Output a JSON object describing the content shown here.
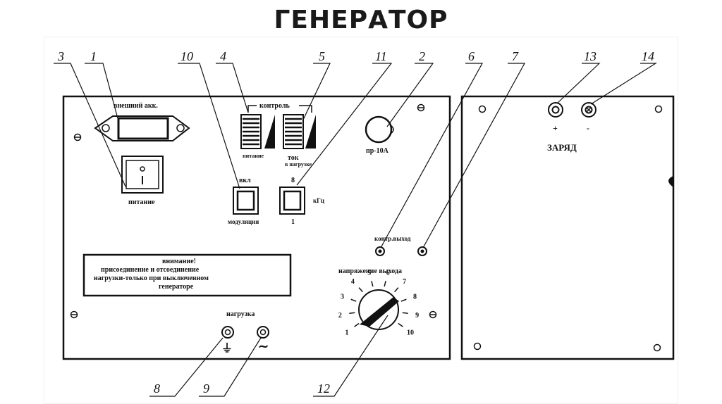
{
  "title": "ГЕНЕРАТОР",
  "front_panel": {
    "ext_battery_label": "внешний акк.",
    "power_switch_label": "питание",
    "control_label": "контроль",
    "meter_power_label": "питание",
    "meter_current_label": "ток",
    "meter_current_sub": "в нагрузке",
    "on_label": "вкл",
    "modulation_label": "модуляция",
    "freq_top": "8",
    "freq_unit": "кГц",
    "freq_bottom": "1",
    "fuse_label": "пр-10А",
    "ctrl_output_label": "контр.выход",
    "warning": {
      "line1": "внимание!",
      "line2": "присоединение и отсоединение",
      "line3": "нагрузки-только при выключенном",
      "line4": "генераторе"
    },
    "voltage_label": "напряжение выхода",
    "dial_scale": [
      "1",
      "2",
      "3",
      "4",
      "5",
      "6",
      "7",
      "8",
      "9",
      "10"
    ],
    "load_label": "нагрузка",
    "ground_symbol": "⏚",
    "ac_symbol": "∼"
  },
  "side_panel": {
    "charge_label": "ЗАРЯД",
    "plus": "+",
    "minus": "-"
  },
  "callouts": [
    "1",
    "2",
    "3",
    "4",
    "5",
    "6",
    "7",
    "8",
    "9",
    "10",
    "11",
    "12",
    "13",
    "14"
  ]
}
